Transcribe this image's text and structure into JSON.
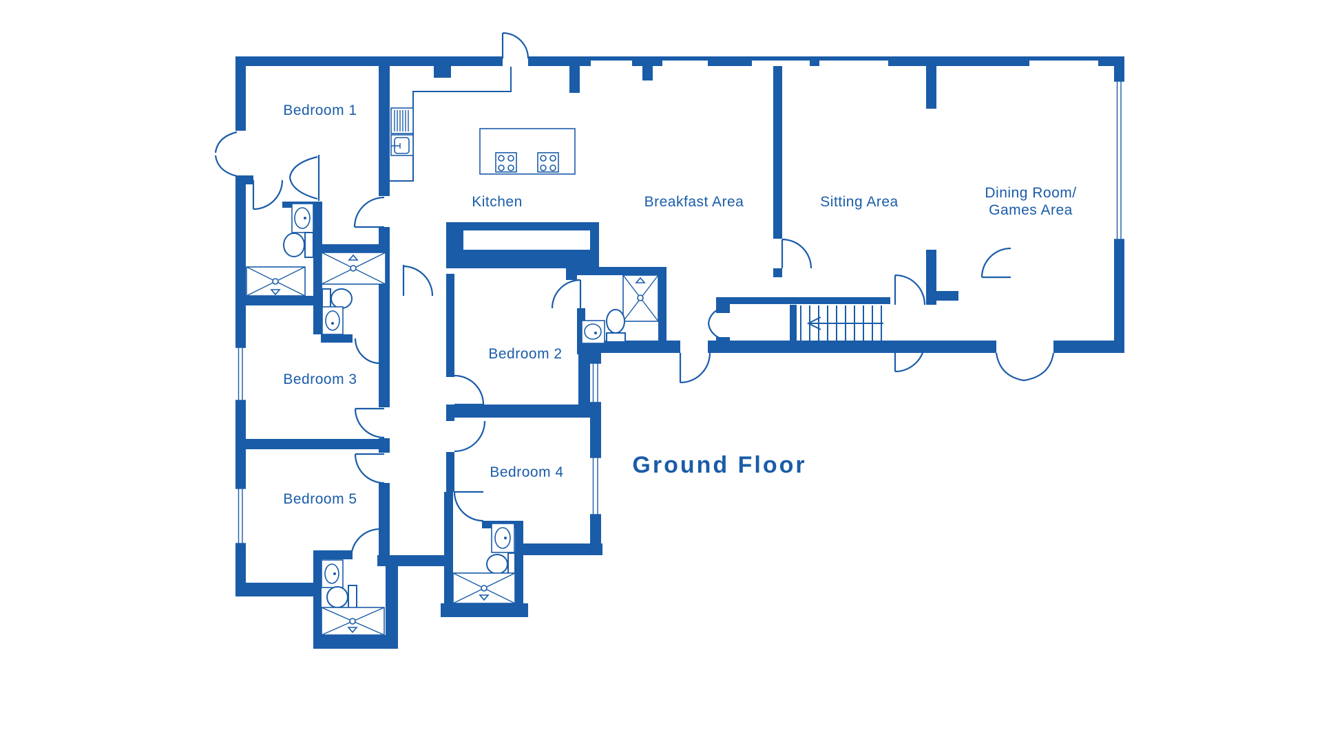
{
  "title": {
    "text": "Ground Floor"
  },
  "colors": {
    "accent": "#1A5CA8",
    "background": "#FFFFFF"
  },
  "rooms": {
    "bedroom1": {
      "label": "Bedroom 1"
    },
    "kitchen": {
      "label": "Kitchen"
    },
    "breakfast": {
      "label": "Breakfast Area"
    },
    "sitting": {
      "label": "Sitting Area"
    },
    "dining_line1": {
      "label": "Dining Room/"
    },
    "dining_line2": {
      "label": "Games Area"
    },
    "bedroom2": {
      "label": "Bedroom 2"
    },
    "bedroom3": {
      "label": "Bedroom 3"
    },
    "bedroom4": {
      "label": "Bedroom 4"
    },
    "bedroom5": {
      "label": "Bedroom 5"
    }
  },
  "fixtures": {
    "stairs": "staircase with up-direction arrow pointing left",
    "kitchen_island": "island with two 4-burner hobs",
    "toilets": 5,
    "sinks": 6,
    "showers": 5
  }
}
